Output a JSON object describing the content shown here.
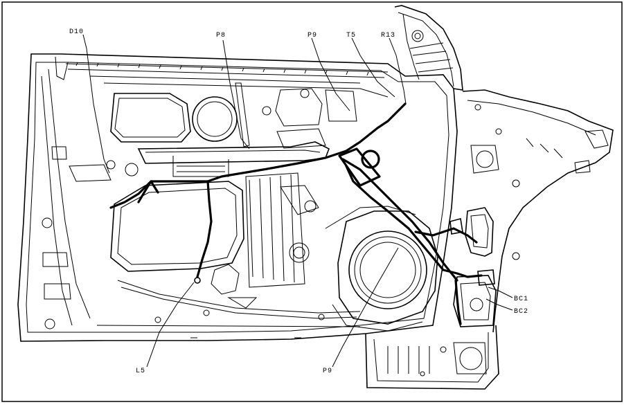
{
  "labels": {
    "d10": "D10",
    "p8": "P8",
    "p9_top": "P9",
    "t5": "T5",
    "r13": "R13",
    "bc1": "BC1",
    "bc2": "BC2",
    "l5": "L5",
    "p9_bottom": "P9"
  },
  "colors": {
    "line": "#000000",
    "background": "#ffffff"
  }
}
